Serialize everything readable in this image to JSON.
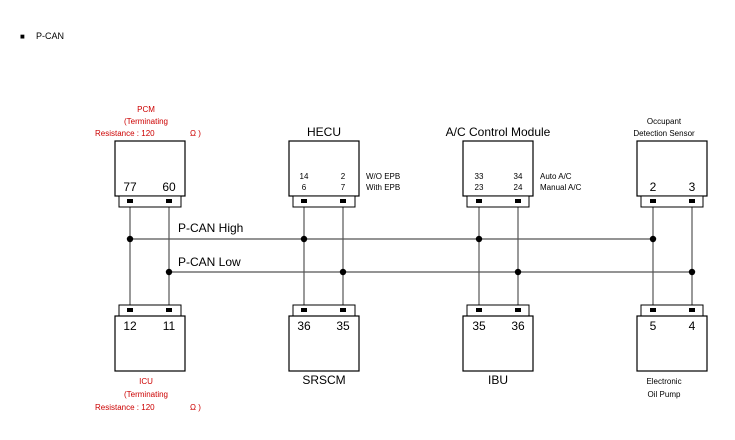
{
  "header": {
    "bullet": "■",
    "title": "P-CAN"
  },
  "bus": {
    "high_label": "P-CAN High",
    "low_label": "P-CAN Low"
  },
  "pcm": {
    "line1": "PCM",
    "line2": "(Terminating",
    "line3": "Resistance : 120",
    "line3b": "Ω )",
    "pin_a": "77",
    "pin_b": "60"
  },
  "hecu": {
    "title": "HECU",
    "p1a": "14",
    "p1b": "2",
    "p2a": "6",
    "p2b": "7",
    "note1": "W/O EPB",
    "note2": "With EPB"
  },
  "ac": {
    "title": "A/C Control Module",
    "p1a": "33",
    "p1b": "34",
    "p2a": "23",
    "p2b": "24",
    "note1": "Auto A/C",
    "note2": "Manual A/C"
  },
  "ods": {
    "line1": "Occupant",
    "line2": "Detection Sensor",
    "pin_a": "2",
    "pin_b": "3"
  },
  "icu": {
    "pin_a": "12",
    "pin_b": "11",
    "line1": "ICU",
    "line2": "(Terminating",
    "line3": "Resistance : 120",
    "line3b": "Ω )"
  },
  "srscm": {
    "pin_a": "36",
    "pin_b": "35",
    "title": "SRSCM"
  },
  "ibu": {
    "pin_a": "35",
    "pin_b": "36",
    "title": "IBU"
  },
  "eop": {
    "pin_a": "5",
    "pin_b": "4",
    "line1": "Electronic",
    "line2": "Oil Pump"
  },
  "colors": {
    "label_red": "#cc0000",
    "wire": "#555555"
  }
}
